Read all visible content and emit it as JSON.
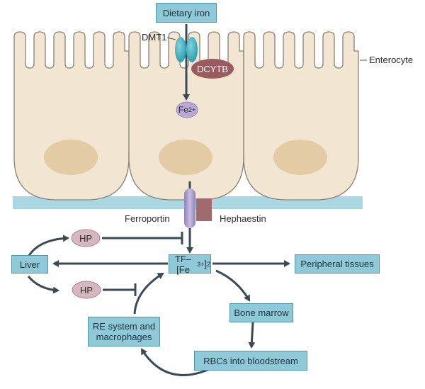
{
  "labels": {
    "dietary_iron": "Dietary iron",
    "dmt1": "DMT1",
    "dcytb": "DCYTB",
    "fe2_base": "Fe",
    "fe2_sup": "2+",
    "enterocyte": "Enterocyte",
    "ferroportin": "Ferroportin",
    "hephaestin": "Hephaestin",
    "tf_prefix": "TF–[Fe",
    "tf_sup": "3+",
    "tf_bracket": "]",
    "tf_sub": "2",
    "liver": "Liver",
    "hp_top": "HP",
    "hp_bottom": "HP",
    "peripheral": "Peripheral tissues",
    "bone_marrow": "Bone marrow",
    "rbcs": "RBCs into bloodstream",
    "re_line1": "RE system and",
    "re_line2": "macrophages"
  },
  "colors": {
    "cell_fill": "#f2e6d2",
    "cell_stroke": "#8a8076",
    "nucleus": "#e3cba6",
    "membrane": "#a9d8e3",
    "box_fill": "#8fc8d6",
    "box_stroke": "#4c97ad",
    "arrow": "#3b4a55",
    "dmt1": "#3ab0bf",
    "dcytb": "#9a5b5f",
    "fe2": "#b9a9d4",
    "ferroportin": "#a89ac7",
    "hephaestin": "#a06a6e",
    "hp": "#d6b7bf"
  }
}
